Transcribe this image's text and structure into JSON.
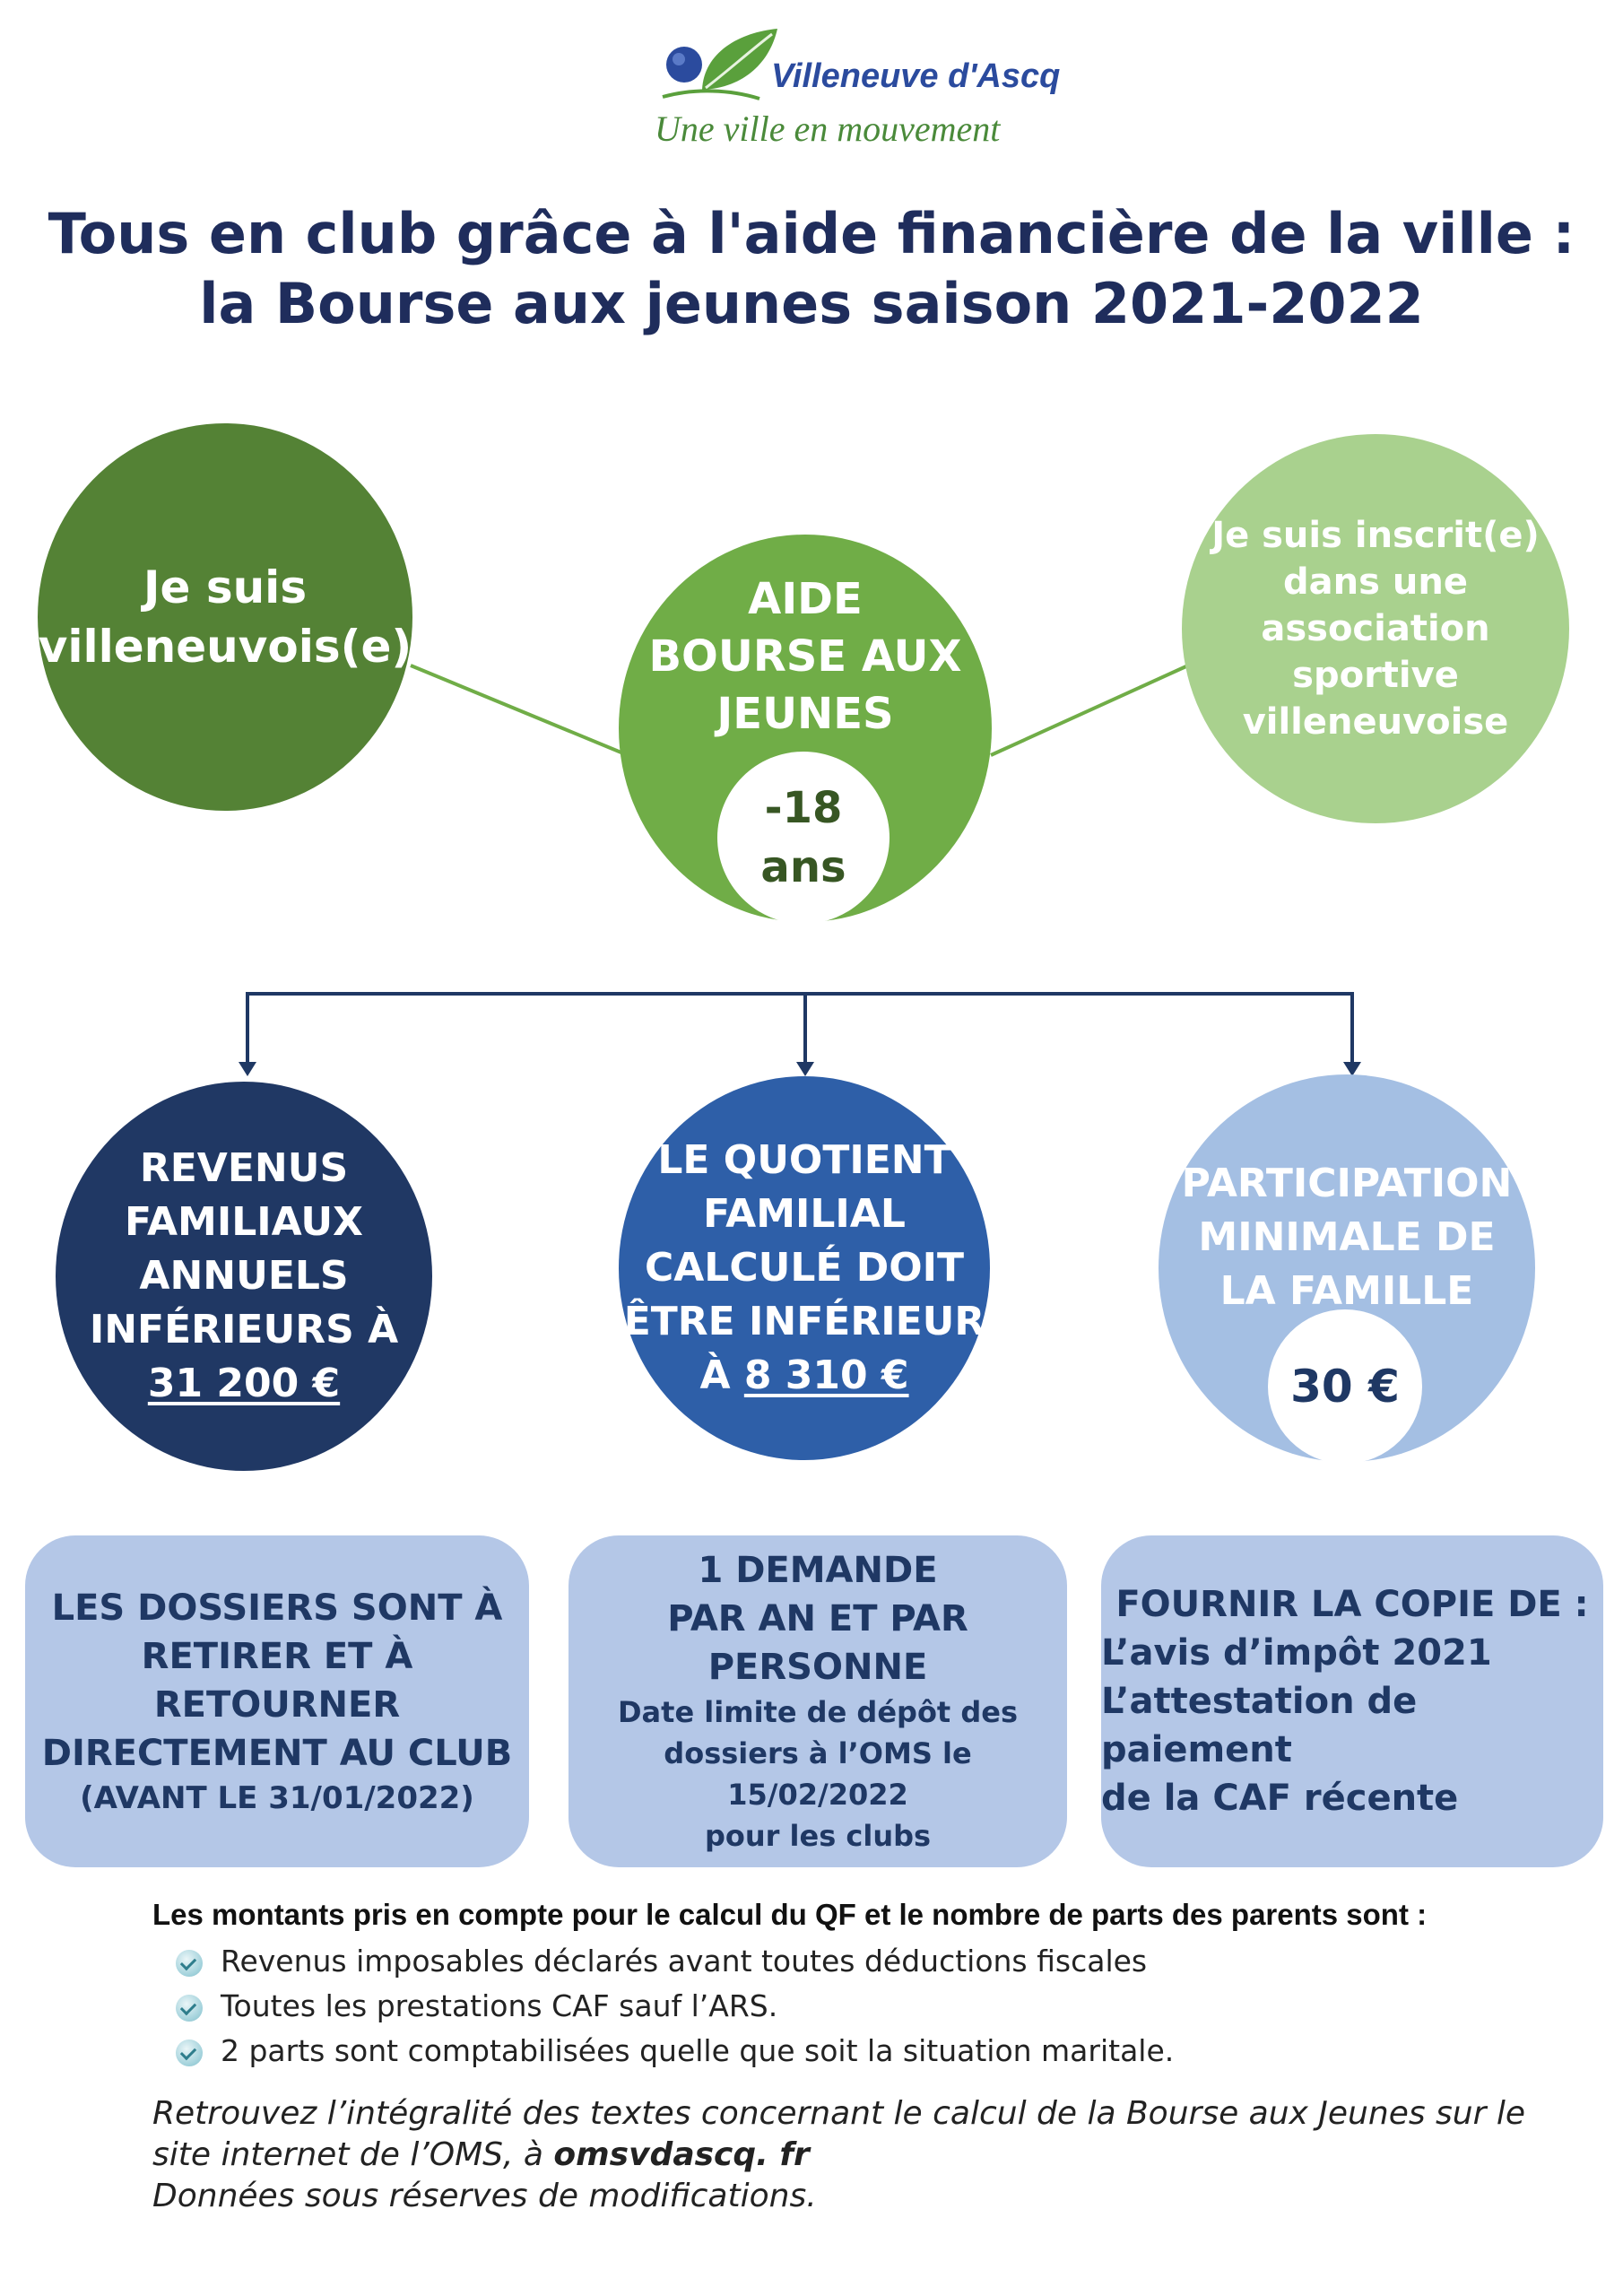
{
  "logo": {
    "name": "Villeneuve d'Ascq",
    "tagline": "Une ville en mouvement"
  },
  "title": {
    "line1": "Tous en club grâce à l'aide financière de la ville :",
    "line2": "la Bourse aux jeunes  saison 2021-2022"
  },
  "top_circles": {
    "left": {
      "line1": "Je suis",
      "line2": "villeneuvois(e)"
    },
    "center": {
      "line1": "AIDE",
      "line2": "BOURSE AUX",
      "line3": "JEUNES",
      "badge_line1": "-18",
      "badge_line2": "ans"
    },
    "right": {
      "line1": "Je suis inscrit(e)",
      "line2": "dans une",
      "line3": "association",
      "line4": "sportive",
      "line5": "villeneuvoise"
    }
  },
  "mid_circles": {
    "left": {
      "line1": "REVENUS",
      "line2": "FAMILIAUX",
      "line3": "ANNUELS",
      "line4": "INFÉRIEURS À",
      "amount": "31 200 €"
    },
    "center": {
      "line1": "LE QUOTIENT",
      "line2": "FAMILIAL",
      "line3": "CALCULÉ DOIT",
      "line4": "ÊTRE INFÉRIEUR",
      "prefix": "À ",
      "amount": "8 310 €"
    },
    "right": {
      "line1": "PARTICIPATION",
      "line2": "MINIMALE DE",
      "line3": "LA FAMILLE",
      "badge": "30 €"
    }
  },
  "boxes": {
    "left": {
      "line1": "LES DOSSIERS SONT À",
      "line2": "RETIRER ET À RETOURNER",
      "line3": "DIRECTEMENT AU CLUB",
      "line4": "(AVANT LE 31/01/2022)"
    },
    "center": {
      "line1": "1 DEMANDE",
      "line2": "PAR AN ET PAR PERSONNE",
      "line3": "Date limite de dépôt des",
      "line4": "dossiers à l’OMS le 15/02/2022",
      "line5": "pour les clubs"
    },
    "right": {
      "line1": "FOURNIR LA COPIE DE :",
      "line2": "L’avis d’impôt  2021",
      "line3": "L’attestation de paiement",
      "line4": "de la CAF récente"
    }
  },
  "notes": {
    "heading": "Les montants pris en compte pour le calcul du QF et le nombre de parts des parents sont :",
    "items": [
      "Revenus imposables déclarés avant toutes déductions fiscales",
      "Toutes les prestations CAF sauf l’ARS.",
      "2 parts sont comptabilisées quelle que soit la situation maritale."
    ]
  },
  "footer": {
    "line1": "Retrouvez l’intégralité des textes concernant le calcul de la Bourse aux Jeunes sur le",
    "line2_prefix": "site internet de l’OMS, à ",
    "link": "omsvdascq. fr",
    "line3": "Données sous réserves de modifications."
  },
  "colors": {
    "dark_green": "#548235",
    "mid_green": "#70ad47",
    "light_green": "#a9d18e",
    "navy": "#203864",
    "mid_blue": "#2e5fa8",
    "light_blue": "#a4bfe3",
    "box_blue": "#b4c7e7",
    "title_navy": "#1f2d5c"
  },
  "icons": [
    "leaf-logo-icon",
    "checkmark-bullet-icon"
  ]
}
